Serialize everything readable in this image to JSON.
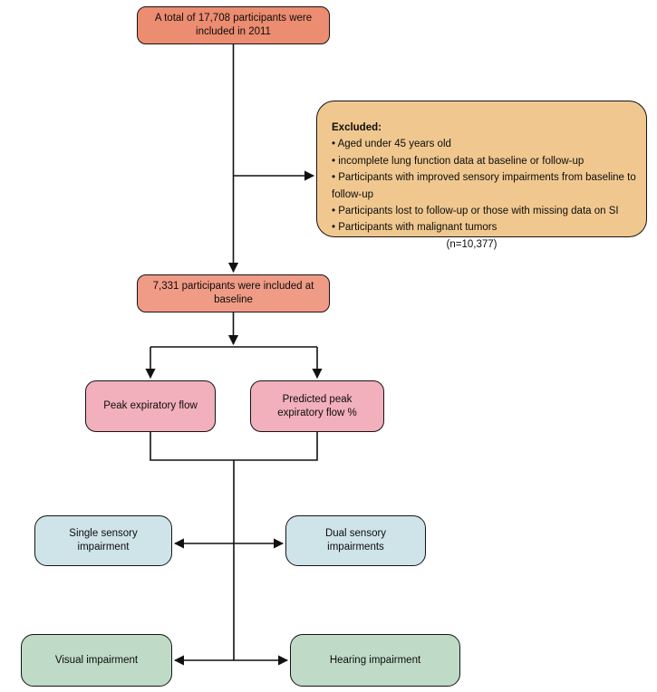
{
  "style": {
    "background": "#ffffff",
    "border_color": "#141414",
    "line_color": "#111111",
    "node_fills": {
      "salmon_top": "#EC8C70",
      "salmon_baseline": "#F09B86",
      "orange_excluded": "#F0C88F",
      "pink_exposure": "#F2AFBC",
      "blue_sensory": "#CFE4E8",
      "green_outcome": "#BFDAC6"
    }
  },
  "nodes": {
    "total": {
      "label": "A total of 17,708 participants were included in 2011"
    },
    "excluded": {
      "heading": "Excluded:",
      "bullets": [
        "• Aged under 45 years old",
        "• incomplete lung function data at baseline or follow-up",
        "• Participants with improved sensory impairments from baseline to follow-up",
        "• Participants lost to follow-up or those with missing data on SI",
        "• Participants with malignant tumors"
      ],
      "count": "(n=10,377)"
    },
    "baseline": {
      "label": "7,331 participants were included at baseline"
    },
    "peak_expiratory_flow": {
      "label": "Peak expiratory flow"
    },
    "predicted_peak_expiratory_flow": {
      "label": "Predicted peak expiratory flow %"
    },
    "single_sensory_impairment": {
      "label": "Single sensory impairment"
    },
    "dual_sensory_impairments": {
      "label": "Dual sensory impairments"
    },
    "visual_impairment": {
      "label": "Visual impairment"
    },
    "hearing_impairment": {
      "label": "Hearing impairment"
    }
  }
}
